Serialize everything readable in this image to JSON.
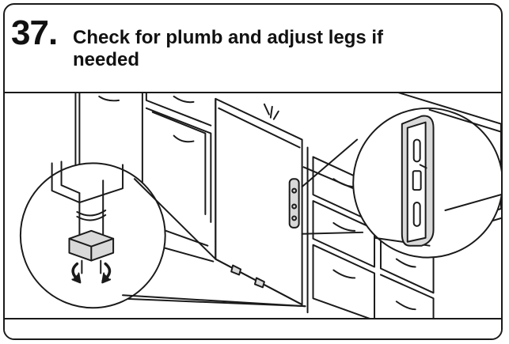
{
  "step": {
    "number": "37.",
    "title_line1": "Check for plumb and adjust legs if",
    "title_line2": "needed"
  },
  "icons": {
    "foot_detail": "leveling-leg-detail-icon",
    "rotate_arrows": "rotate-arrows-icon",
    "latch_detail": "door-latch-detail-icon"
  },
  "colors": {
    "line": "#1a1a1a",
    "background": "#ffffff",
    "shade": "#d9d9d9"
  }
}
